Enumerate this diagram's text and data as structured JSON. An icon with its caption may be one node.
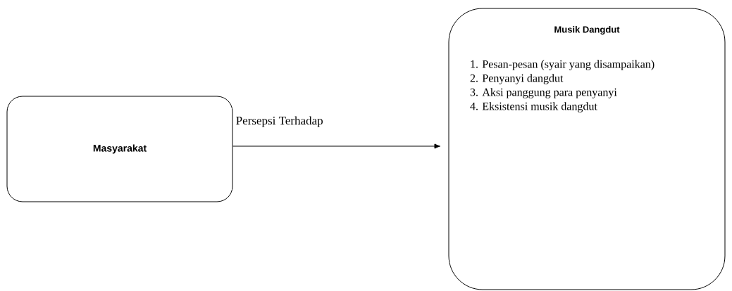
{
  "diagram": {
    "nodes": [
      {
        "text": [
          "Masyarakat"
        ]
      },
      {
        "text": [
          "Musik Dangdut",
          "1. Pesan-pesan (syair yang disampaikan)",
          "2. Penyanyi dangdut",
          "3. Aksi panggung para penyanyi",
          "4. Eksistensi musik dangdut"
        ]
      }
    ],
    "edges": [
      {
        "from": 0,
        "to": 1,
        "arrow": "to",
        "label": "Persepsi Terhadap"
      }
    ]
  }
}
